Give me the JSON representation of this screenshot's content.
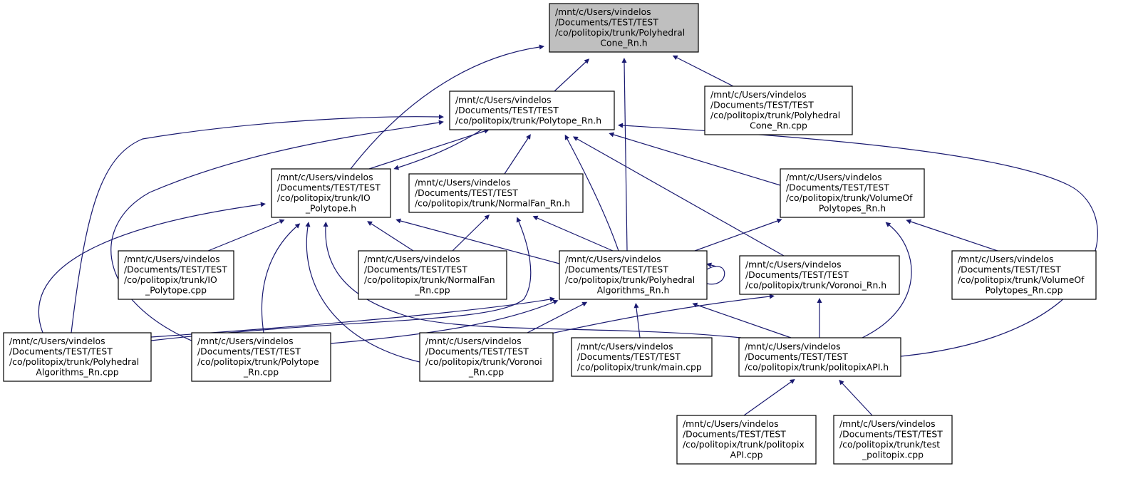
{
  "colors": {
    "edge": "#191970",
    "root_fill": "#bfbfbf",
    "node_fill": "#ffffff"
  },
  "nodes": [
    {
      "id": "polyhedral-cone-h",
      "root": true,
      "lines": [
        "/mnt/c/Users/vindelos",
        "/Documents/TEST/TEST",
        "/co/politopix/trunk/Polyhedral",
        "Cone_Rn.h"
      ]
    },
    {
      "id": "polytope-h",
      "lines": [
        "/mnt/c/Users/vindelos",
        "/Documents/TEST/TEST",
        "/co/politopix/trunk/Polytope_Rn.h"
      ]
    },
    {
      "id": "polyhedral-cone-cpp",
      "lines": [
        "/mnt/c/Users/vindelos",
        "/Documents/TEST/TEST",
        "/co/politopix/trunk/Polyhedral",
        "Cone_Rn.cpp"
      ]
    },
    {
      "id": "io-polytope-h",
      "lines": [
        "/mnt/c/Users/vindelos",
        "/Documents/TEST/TEST",
        "/co/politopix/trunk/IO",
        "_Polytope.h"
      ]
    },
    {
      "id": "normalfan-h",
      "lines": [
        "/mnt/c/Users/vindelos",
        "/Documents/TEST/TEST",
        "/co/politopix/trunk/NormalFan_Rn.h"
      ]
    },
    {
      "id": "volumeof-h",
      "lines": [
        "/mnt/c/Users/vindelos",
        "/Documents/TEST/TEST",
        "/co/politopix/trunk/VolumeOf",
        "Polytopes_Rn.h"
      ]
    },
    {
      "id": "io-polytope-cpp",
      "lines": [
        "/mnt/c/Users/vindelos",
        "/Documents/TEST/TEST",
        "/co/politopix/trunk/IO",
        "_Polytope.cpp"
      ]
    },
    {
      "id": "normalfan-cpp",
      "lines": [
        "/mnt/c/Users/vindelos",
        "/Documents/TEST/TEST",
        "/co/politopix/trunk/NormalFan",
        "_Rn.cpp"
      ]
    },
    {
      "id": "polyhedral-algo-h",
      "lines": [
        "/mnt/c/Users/vindelos",
        "/Documents/TEST/TEST",
        "/co/politopix/trunk/Polyhedral",
        "Algorithms_Rn.h"
      ]
    },
    {
      "id": "voronoi-h",
      "lines": [
        "/mnt/c/Users/vindelos",
        "/Documents/TEST/TEST",
        "/co/politopix/trunk/Voronoi_Rn.h"
      ]
    },
    {
      "id": "volumeof-cpp",
      "lines": [
        "/mnt/c/Users/vindelos",
        "/Documents/TEST/TEST",
        "/co/politopix/trunk/VolumeOf",
        "Polytopes_Rn.cpp"
      ]
    },
    {
      "id": "polyhedral-algo-cpp",
      "lines": [
        "/mnt/c/Users/vindelos",
        "/Documents/TEST/TEST",
        "/co/politopix/trunk/Polyhedral",
        "Algorithms_Rn.cpp"
      ]
    },
    {
      "id": "polytope-cpp",
      "lines": [
        "/mnt/c/Users/vindelos",
        "/Documents/TEST/TEST",
        "/co/politopix/trunk/Polytope",
        "_Rn.cpp"
      ]
    },
    {
      "id": "voronoi-cpp",
      "lines": [
        "/mnt/c/Users/vindelos",
        "/Documents/TEST/TEST",
        "/co/politopix/trunk/Voronoi",
        "_Rn.cpp"
      ]
    },
    {
      "id": "main-cpp",
      "lines": [
        "/mnt/c/Users/vindelos",
        "/Documents/TEST/TEST",
        "/co/politopix/trunk/main.cpp"
      ]
    },
    {
      "id": "politopixapi-h",
      "lines": [
        "/mnt/c/Users/vindelos",
        "/Documents/TEST/TEST",
        "/co/politopix/trunk/politopixAPI.h"
      ]
    },
    {
      "id": "politopixapi-cpp",
      "lines": [
        "/mnt/c/Users/vindelos",
        "/Documents/TEST/TEST",
        "/co/politopix/trunk/politopix",
        "API.cpp"
      ]
    },
    {
      "id": "test-politopix-cpp",
      "lines": [
        "/mnt/c/Users/vindelos",
        "/Documents/TEST/TEST",
        "/co/politopix/trunk/test",
        "_politopix.cpp"
      ]
    }
  ],
  "edges": [
    {
      "from": "polytope-h",
      "to": "polyhedral-cone-h"
    },
    {
      "from": "polyhedral-cone-cpp",
      "to": "polyhedral-cone-h"
    },
    {
      "from": "io-polytope-h",
      "to": "polyhedral-cone-h"
    },
    {
      "from": "polyhedral-algo-h",
      "to": "polyhedral-cone-h"
    },
    {
      "from": "io-polytope-h",
      "to": "polytope-h"
    },
    {
      "from": "polytope-h",
      "to": "io-polytope-h"
    },
    {
      "from": "normalfan-h",
      "to": "polytope-h"
    },
    {
      "from": "volumeof-h",
      "to": "polytope-h"
    },
    {
      "from": "polyhedral-algo-h",
      "to": "polytope-h"
    },
    {
      "from": "voronoi-h",
      "to": "polytope-h"
    },
    {
      "from": "politopixapi-h",
      "to": "polytope-h"
    },
    {
      "from": "polyhedral-algo-cpp",
      "to": "polytope-h"
    },
    {
      "from": "polytope-cpp",
      "to": "polytope-h"
    },
    {
      "from": "io-polytope-cpp",
      "to": "io-polytope-h"
    },
    {
      "from": "normalfan-cpp",
      "to": "io-polytope-h"
    },
    {
      "from": "polyhedral-algo-h",
      "to": "io-polytope-h"
    },
    {
      "from": "polyhedral-algo-cpp",
      "to": "io-polytope-h"
    },
    {
      "from": "polytope-cpp",
      "to": "io-polytope-h"
    },
    {
      "from": "voronoi-cpp",
      "to": "io-polytope-h"
    },
    {
      "from": "politopixapi-h",
      "to": "io-polytope-h"
    },
    {
      "from": "normalfan-cpp",
      "to": "normalfan-h"
    },
    {
      "from": "polyhedral-algo-h",
      "to": "normalfan-h"
    },
    {
      "from": "polyhedral-algo-cpp",
      "to": "normalfan-h"
    },
    {
      "from": "polyhedral-algo-h",
      "to": "volumeof-h"
    },
    {
      "from": "volumeof-cpp",
      "to": "volumeof-h"
    },
    {
      "from": "politopixapi-h",
      "to": "volumeof-h"
    },
    {
      "from": "polyhedral-algo-h",
      "to": "polyhedral-algo-h"
    },
    {
      "from": "polyhedral-algo-cpp",
      "to": "polyhedral-algo-h"
    },
    {
      "from": "polytope-cpp",
      "to": "polyhedral-algo-h"
    },
    {
      "from": "voronoi-cpp",
      "to": "polyhedral-algo-h"
    },
    {
      "from": "main-cpp",
      "to": "polyhedral-algo-h"
    },
    {
      "from": "politopixapi-h",
      "to": "polyhedral-algo-h"
    },
    {
      "from": "voronoi-cpp",
      "to": "voronoi-h"
    },
    {
      "from": "politopixapi-h",
      "to": "voronoi-h"
    },
    {
      "from": "politopixapi-cpp",
      "to": "politopixapi-h"
    },
    {
      "from": "test-politopix-cpp",
      "to": "politopixapi-h"
    }
  ]
}
